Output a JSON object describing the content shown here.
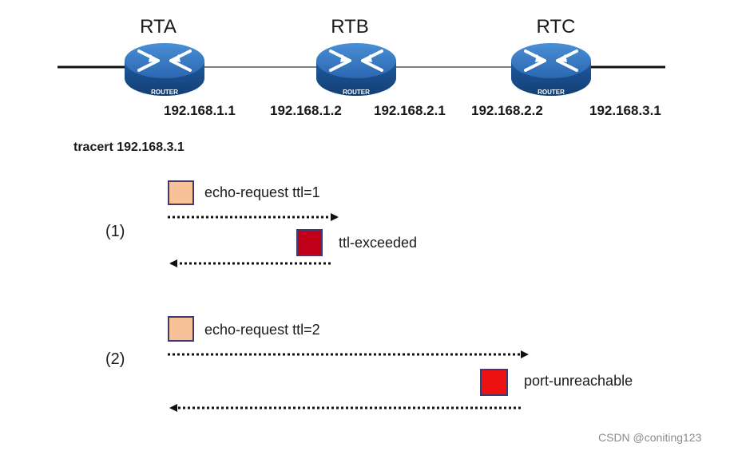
{
  "routers": [
    {
      "name": "RTA",
      "badge": "ROUTER"
    },
    {
      "name": "RTB",
      "badge": "ROUTER"
    },
    {
      "name": "RTC",
      "badge": "ROUTER"
    }
  ],
  "ips": [
    "192.168.1.1",
    "192.168.1.2",
    "192.168.2.1",
    "192.168.2.2",
    "192.168.3.1"
  ],
  "command": "tracert 192.168.3.1",
  "steps": [
    {
      "label": "(1)",
      "request": "echo-request ttl=1",
      "reply": "ttl-exceeded"
    },
    {
      "label": "(2)",
      "request": "echo-request ttl=2",
      "reply": "port-unreachable"
    }
  ],
  "colors": {
    "request_box": "#f7c29a",
    "ttl_exceeded_box": "#c00018",
    "port_unreachable_box": "#ee1111",
    "router_body": "#2a67b0"
  },
  "watermark": "CSDN @coniting123"
}
